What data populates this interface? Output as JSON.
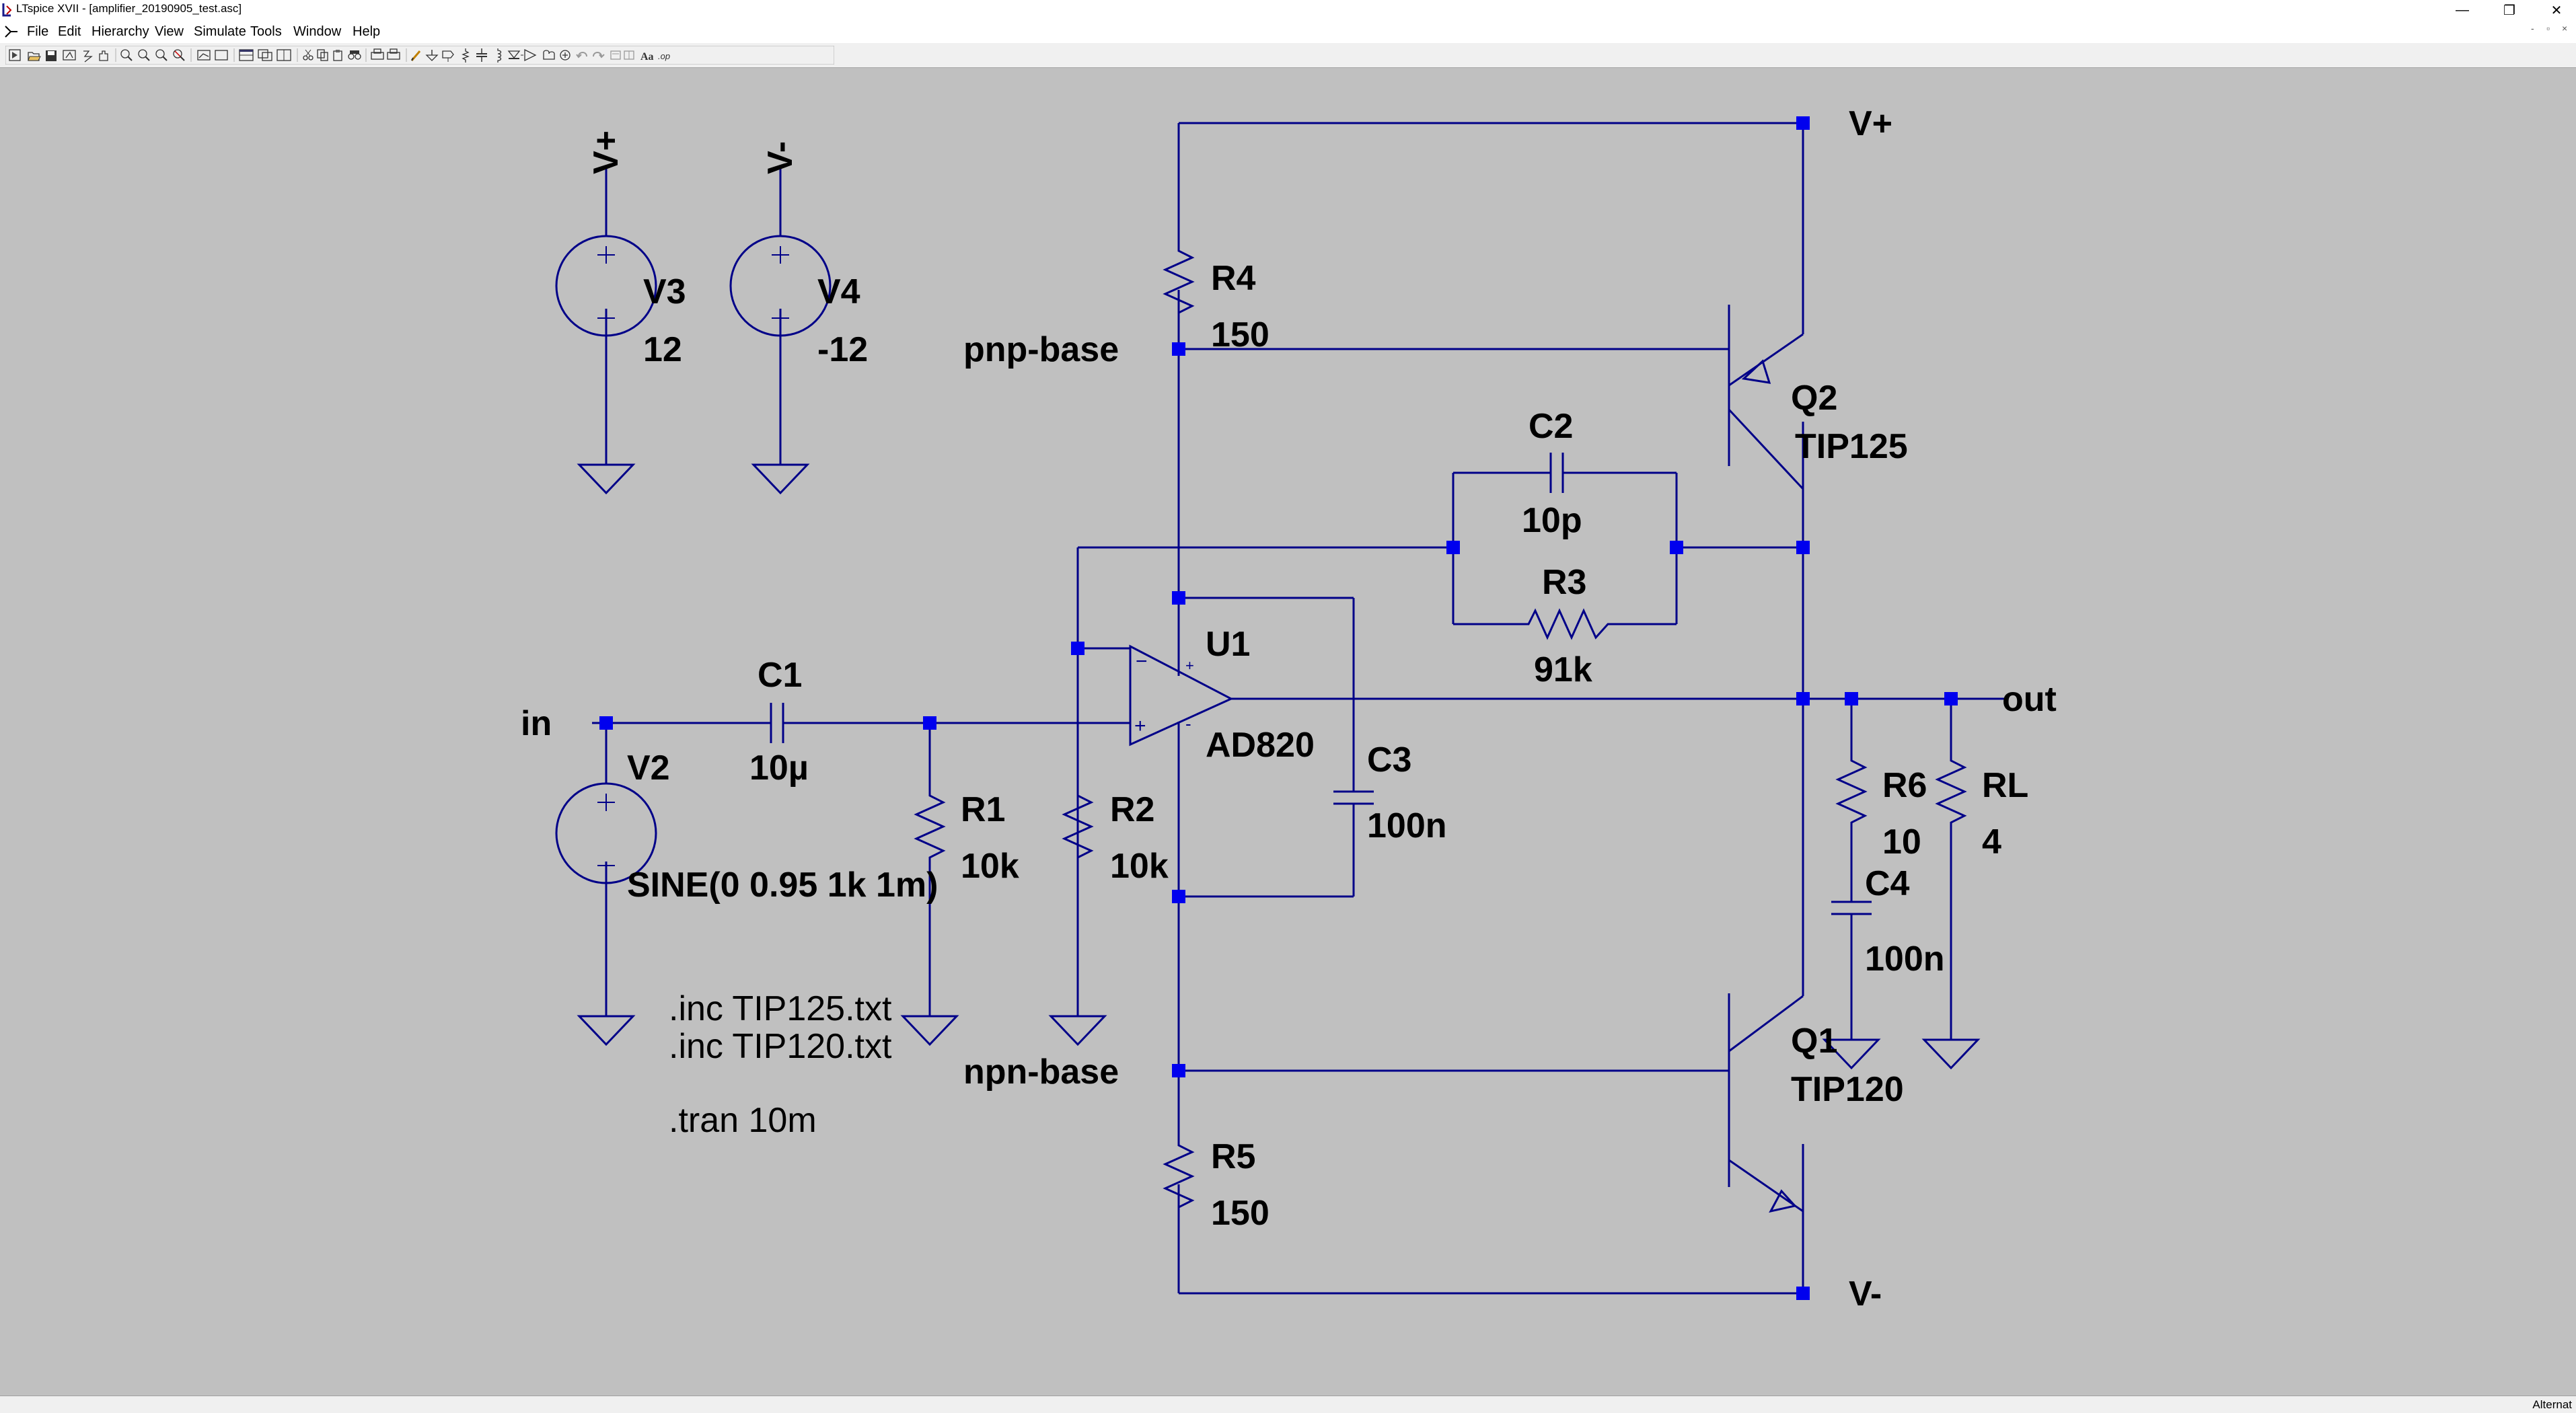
{
  "window": {
    "title": "LTspice XVII - [amplifier_20190905_test.asc]",
    "minimize_glyph": "—",
    "restore_glyph": "❐",
    "close_glyph": "✕"
  },
  "menu": {
    "items": [
      {
        "label": "File"
      },
      {
        "label": "Edit"
      },
      {
        "label": "Hierarchy"
      },
      {
        "label": "View"
      },
      {
        "label": "Simulate"
      },
      {
        "label": "Tools"
      },
      {
        "label": "Window"
      },
      {
        "label": "Help"
      }
    ],
    "mdi_minimize": "-",
    "mdi_restore": "▫",
    "mdi_close": "×"
  },
  "status": {
    "text": "Alternat"
  },
  "schematic": {
    "components": {
      "V3": {
        "name": "V3",
        "value": "12"
      },
      "V4": {
        "name": "V4",
        "value": "-12"
      },
      "V2": {
        "name": "V2",
        "value": "SINE(0 0.95 1k 1m)"
      },
      "R4": {
        "name": "R4",
        "value": "150"
      },
      "R5": {
        "name": "R5",
        "value": "150"
      },
      "R1": {
        "name": "R1",
        "value": "10k"
      },
      "R2": {
        "name": "R2",
        "value": "10k"
      },
      "R3": {
        "name": "R3",
        "value": "91k"
      },
      "R6": {
        "name": "R6",
        "value": "10"
      },
      "RL": {
        "name": "RL",
        "value": "4"
      },
      "C1": {
        "name": "C1",
        "value": "10µ"
      },
      "C2": {
        "name": "C2",
        "value": "10p"
      },
      "C3": {
        "name": "C3",
        "value": "100n"
      },
      "C4": {
        "name": "C4",
        "value": "100n"
      },
      "Q1": {
        "name": "Q1",
        "value": "TIP120"
      },
      "Q2": {
        "name": "Q2",
        "value": "TIP125"
      },
      "U1": {
        "name": "U1",
        "value": "AD820"
      }
    },
    "net_labels": {
      "vplus_flag": "V+",
      "vminus_flag": "V-",
      "vplus_rail": "V+",
      "vminus_rail": "V-",
      "pnp_base": "pnp-base",
      "npn_base": "npn-base",
      "in": "in",
      "out": "out"
    },
    "directives": {
      "inc_tip125": ".inc TIP125.txt",
      "inc_tip120": ".inc TIP120.txt",
      "tran": ".tran 10m"
    },
    "colors": {
      "background": "#c0c0c0",
      "wire": "#000088",
      "junction": "#0000ee",
      "text": "#000000"
    }
  }
}
